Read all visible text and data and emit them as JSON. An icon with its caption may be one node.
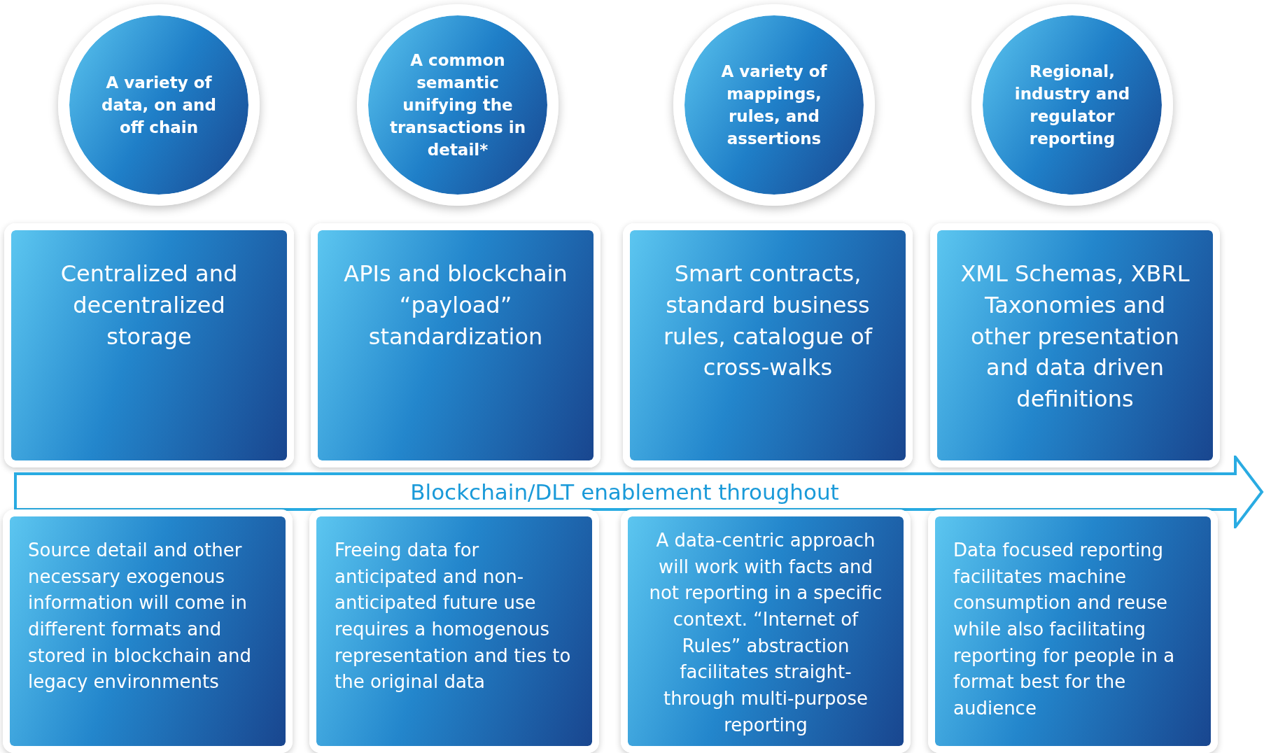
{
  "diagram": {
    "nodes": [
      {
        "text": [
          "A variety of data, on and off chain"
        ]
      },
      {
        "text": [
          "A common semantic unifying the transactions in detail*"
        ]
      },
      {
        "text": [
          "A variety of mappings, rules, and assertions"
        ]
      },
      {
        "text": [
          "Regional, industry and regulator reporting"
        ]
      },
      {
        "text": [
          "Centralized and decentralized storage"
        ]
      },
      {
        "text": [
          "APIs and blockchain “payload” standardization"
        ]
      },
      {
        "text": [
          "Smart contracts, standard business rules, catalogue of cross-walks"
        ]
      },
      {
        "text": [
          "XML Schemas, XBRL Taxonomies and other presentation and data driven definitions"
        ]
      },
      {
        "text": [
          "Blockchain/DLT enablement throughout"
        ]
      },
      {
        "text": [
          "Source detail and other necessary exogenous information will come in different formats and stored in blockchain and legacy environments"
        ]
      },
      {
        "text": [
          "Freeing data for anticipated and non-anticipated future use requires a homogenous representation and ties to the original data"
        ]
      },
      {
        "text": [
          "A data-centric approach will work with facts and not reporting in a specific context. “Internet of Rules” abstraction facilitates straight-through multi-purpose reporting"
        ]
      },
      {
        "text": [
          "Data focused reporting facilitates machine consumption and reuse while also facilitating reporting for people in a format best for the audience"
        ]
      }
    ]
  }
}
